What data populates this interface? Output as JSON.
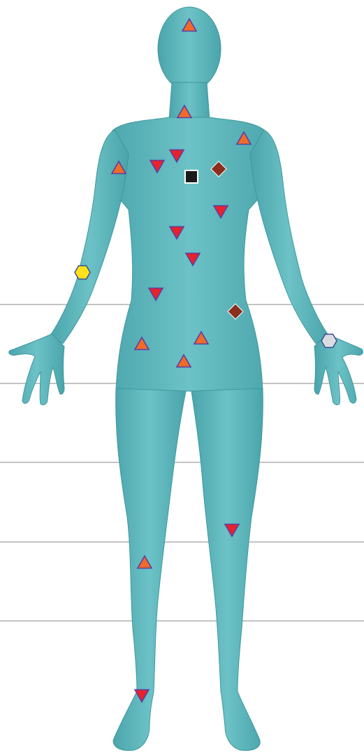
{
  "colors": {
    "background": "#ffffff",
    "guide_line": "#8a8a8a",
    "body_fill": "#5fb8bd",
    "body_shade": "#3f979d",
    "marker_outline": "#5b3fa3",
    "triangle_up_fill": "#f06a28",
    "triangle_down_fill": "#e8222b",
    "diamond_fill": "#8b2e1c",
    "square_fill": "#1a1a1a",
    "hexagon_yellow_fill": "#ffe21a",
    "hexagon_grey_fill": "#d9dde3"
  },
  "guide_lines_count": 5,
  "body_figure": {
    "view": "anterior",
    "sex": "female"
  },
  "markers": [
    {
      "id": "head-top",
      "shape": "triangle-up"
    },
    {
      "id": "neck",
      "shape": "triangle-up"
    },
    {
      "id": "left-shoulder",
      "shape": "triangle-up"
    },
    {
      "id": "right-upper-arm",
      "shape": "triangle-up"
    },
    {
      "id": "upper-chest-center",
      "shape": "triangle-down"
    },
    {
      "id": "right-chest",
      "shape": "triangle-down"
    },
    {
      "id": "sternum",
      "shape": "square"
    },
    {
      "id": "left-chest",
      "shape": "diamond"
    },
    {
      "id": "left-breast-lower",
      "shape": "triangle-down"
    },
    {
      "id": "epigastric",
      "shape": "triangle-down"
    },
    {
      "id": "upper-abdomen-left",
      "shape": "triangle-down"
    },
    {
      "id": "right-flank",
      "shape": "triangle-down"
    },
    {
      "id": "left-hip",
      "shape": "diamond"
    },
    {
      "id": "right-forearm",
      "shape": "hexagon-yellow"
    },
    {
      "id": "left-wrist",
      "shape": "hexagon-grey"
    },
    {
      "id": "right-groin",
      "shape": "triangle-up"
    },
    {
      "id": "left-groin",
      "shape": "triangle-up"
    },
    {
      "id": "pubic",
      "shape": "triangle-up"
    },
    {
      "id": "left-knee",
      "shape": "triangle-down"
    },
    {
      "id": "right-shin",
      "shape": "triangle-up"
    },
    {
      "id": "right-ankle",
      "shape": "triangle-down"
    }
  ]
}
